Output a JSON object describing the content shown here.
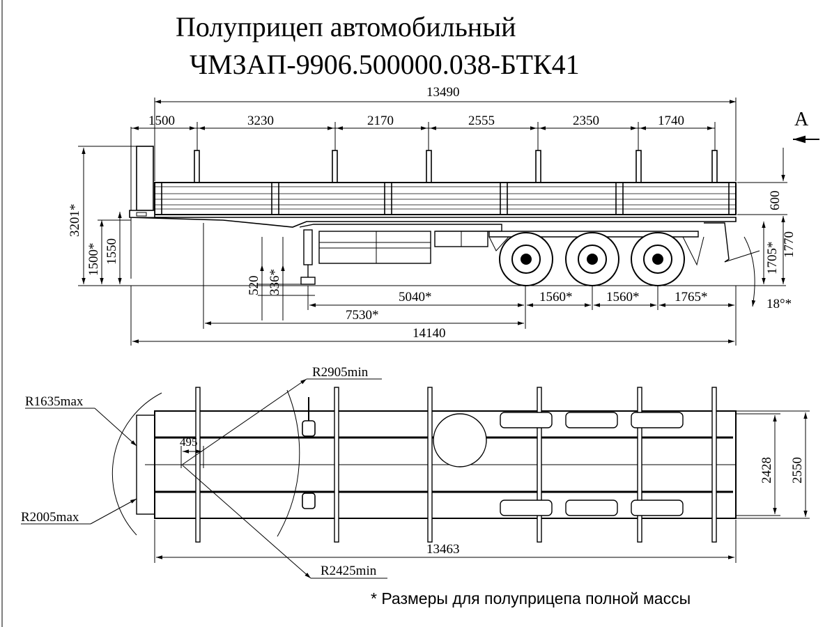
{
  "title": {
    "line1": "Полуприцеп автомобильный",
    "line2": "ЧМЗАП-9906.500000.038-БТК41"
  },
  "view_label": "А",
  "footnote": "* Размеры для полуприцепа полной массы",
  "side_view": {
    "overall_top": "13490",
    "segments": [
      "1500",
      "3230",
      "2170",
      "2555",
      "2350",
      "1740"
    ],
    "height_total": "3201*",
    "height_deck_loaded": "1500*",
    "height_deck": "1550",
    "side_height": "600",
    "rear_deck_loaded": "1705*",
    "rear_deck": "1770",
    "leg_height": "520",
    "leg_height_loaded": "336*",
    "kingpin_to_axle": "5040*",
    "axle_spacing_1": "1560*",
    "axle_spacing_2": "1560*",
    "rear_overhang": "1765*",
    "front_to_axle": "7530*",
    "overall_length": "14140",
    "departure_angle": "18°*"
  },
  "top_view": {
    "radius_front_max": "R1635max",
    "radius_inner_min": "R2905min",
    "kingpin_offset": "495",
    "radius_corner_max": "R2005max",
    "radius_outer_min": "R2425min",
    "deck_length": "13463",
    "inner_width": "2428",
    "outer_width": "2550"
  }
}
